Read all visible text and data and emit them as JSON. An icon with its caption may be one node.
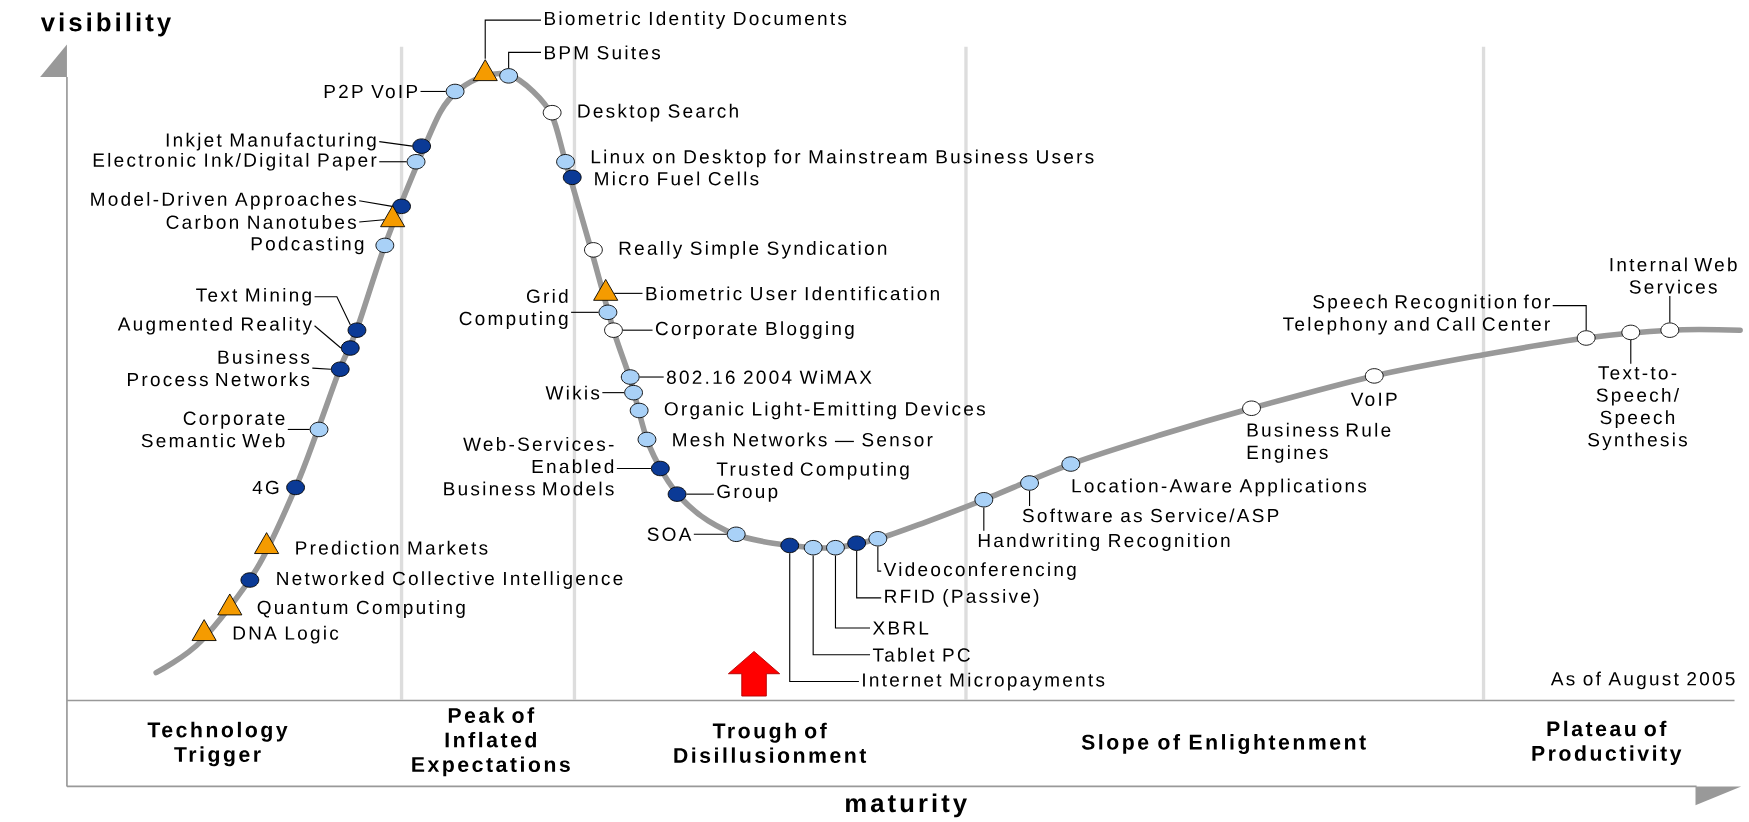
{
  "diagram": {
    "nodes": [
      {
        "text": [
          "Biometric Identity Documents"
        ]
      },
      {
        "text": [],
        "shape": "triangle"
      },
      {
        "text": [
          "BPM Suites"
        ]
      },
      {
        "text": [],
        "shape": "circle"
      },
      {
        "text": [
          "P2P VoIP"
        ]
      },
      {
        "text": [],
        "shape": "circle"
      },
      {
        "text": [],
        "shape": "circle",
        "beside": [
          "Desktop Search"
        ]
      },
      {
        "text": [
          "Inkjet Manufacturing"
        ]
      },
      {
        "text": [],
        "shape": "circle"
      },
      {
        "text": [
          "Electronic Ink/Digital Paper"
        ]
      },
      {
        "text": [],
        "shape": "circle"
      },
      {
        "text": [],
        "shape": "circle",
        "beside": [
          "Linux on Desktop for Mainstream Business Users"
        ]
      },
      {
        "text": [],
        "shape": "circle",
        "beside": [
          "Micro Fuel Cells"
        ]
      },
      {
        "text": [
          "Model-Driven Approaches"
        ]
      },
      {
        "text": [],
        "shape": "circle"
      },
      {
        "text": [
          "Carbon Nanotubes"
        ]
      },
      {
        "text": [],
        "shape": "triangle"
      },
      {
        "text": [],
        "shape": "circle",
        "beside": [
          "Podcasting"
        ]
      },
      {
        "text": [],
        "shape": "circle",
        "beside": [
          "Really Simple Syndication"
        ]
      },
      {
        "text": [
          "Text Mining"
        ]
      },
      {
        "text": [],
        "shape": "circle"
      },
      {
        "text": [
          "Augmented Reality"
        ]
      },
      {
        "text": [],
        "shape": "circle"
      },
      {
        "text": [
          "Business Process Networks"
        ]
      },
      {
        "text": [],
        "shape": "circle"
      },
      {
        "text": [
          "Biometric User Identification"
        ]
      },
      {
        "text": [],
        "shape": "triangle"
      },
      {
        "text": [
          "Grid Computing"
        ]
      },
      {
        "text": [],
        "shape": "circle"
      },
      {
        "text": [
          "Corporate Blogging"
        ]
      },
      {
        "text": [],
        "shape": "circle"
      },
      {
        "text": [
          "Corporate Semantic Web"
        ]
      },
      {
        "text": [],
        "shape": "circle"
      },
      {
        "text": [
          "802.16 2004 WiMAX"
        ]
      },
      {
        "text": [],
        "shape": "circle"
      },
      {
        "text": [
          "Wikis"
        ]
      },
      {
        "text": [],
        "shape": "circle"
      },
      {
        "text": [],
        "shape": "circle",
        "beside": [
          "Organic Light-Emitting Devices"
        ]
      },
      {
        "text": [],
        "shape": "circle",
        "beside": [
          "Mesh Networks — Sensor"
        ]
      },
      {
        "text": [
          "Web-Services- Enabled Business Models"
        ]
      },
      {
        "text": [],
        "shape": "circle"
      },
      {
        "text": [
          "Trusted Computing Group"
        ]
      },
      {
        "text": [],
        "shape": "circle"
      },
      {
        "text": [],
        "shape": "circle",
        "beside": [
          "4G"
        ]
      },
      {
        "text": [
          "SOA"
        ]
      },
      {
        "text": [],
        "shape": "circle"
      },
      {
        "text": [
          "Internet Micropayments"
        ]
      },
      {
        "text": [],
        "shape": "circle"
      },
      {
        "text": [
          "Tablet PC"
        ]
      },
      {
        "text": [],
        "shape": "circle"
      },
      {
        "text": [
          "XBRL"
        ]
      },
      {
        "text": [],
        "shape": "circle"
      },
      {
        "text": [
          "RFID (Passive)"
        ]
      },
      {
        "text": [],
        "shape": "circle"
      },
      {
        "text": [
          "Videoconferencing"
        ]
      },
      {
        "text": [],
        "shape": "circle"
      },
      {
        "text": [
          "Handwriting Recognition"
        ]
      },
      {
        "text": [],
        "shape": "circle"
      },
      {
        "text": [
          "Software as Service/ASP"
        ]
      },
      {
        "text": [],
        "shape": "circle"
      },
      {
        "text": [],
        "shape": "circle",
        "beside": [
          "Location-Aware Applications"
        ]
      },
      {
        "text": [],
        "shape": "triangle",
        "beside": [
          "Prediction Markets"
        ]
      },
      {
        "text": [],
        "shape": "circle",
        "beside": [
          "Networked Collective Intelligence"
        ]
      },
      {
        "text": [],
        "shape": "triangle",
        "beside": [
          "Quantum Computing"
        ]
      },
      {
        "text": [],
        "shape": "triangle",
        "beside": [
          "DNA Logic"
        ]
      },
      {
        "text": [],
        "shape": "circle",
        "beside": [
          "Business Rule Engines"
        ]
      },
      {
        "text": [],
        "shape": "circle",
        "beside": [
          "VoIP"
        ]
      },
      {
        "text": [
          "Speech Recognition for Telephony and Call Center"
        ]
      },
      {
        "text": [],
        "shape": "circle"
      },
      {
        "text": [
          "Text-to- Speech/ Speech Synthesis"
        ]
      },
      {
        "text": [],
        "shape": "circle"
      },
      {
        "text": [
          "Internal Web Services"
        ]
      },
      {
        "text": [],
        "shape": "circle"
      }
    ],
    "edges": [
      {
        "from": 0,
        "to": 1,
        "arrow": "none"
      },
      {
        "from": 2,
        "to": 3,
        "arrow": "none"
      },
      {
        "from": 4,
        "to": 5,
        "arrow": "none"
      },
      {
        "from": 7,
        "to": 8,
        "arrow": "none"
      },
      {
        "from": 9,
        "to": 10,
        "arrow": "none"
      },
      {
        "from": 13,
        "to": 14,
        "arrow": "none"
      },
      {
        "from": 15,
        "to": 16,
        "arrow": "none"
      },
      {
        "from": 19,
        "to": 20,
        "arrow": "none"
      },
      {
        "from": 21,
        "to": 22,
        "arrow": "none"
      },
      {
        "from": 23,
        "to": 24,
        "arrow": "none"
      },
      {
        "from": 25,
        "to": 26,
        "arrow": "none"
      },
      {
        "from": 27,
        "to": 28,
        "arrow": "none"
      },
      {
        "from": 29,
        "to": 30,
        "arrow": "none"
      },
      {
        "from": 31,
        "to": 32,
        "arrow": "none"
      },
      {
        "from": 33,
        "to": 34,
        "arrow": "none"
      },
      {
        "from": 35,
        "to": 36,
        "arrow": "none"
      },
      {
        "from": 39,
        "to": 40,
        "arrow": "none"
      },
      {
        "from": 41,
        "to": 42,
        "arrow": "none"
      },
      {
        "from": 44,
        "to": 45,
        "arrow": "none"
      },
      {
        "from": 46,
        "to": 47,
        "arrow": "none"
      },
      {
        "from": 48,
        "to": 49,
        "arrow": "none"
      },
      {
        "from": 50,
        "to": 51,
        "arrow": "none"
      },
      {
        "from": 52,
        "to": 53,
        "arrow": "none"
      },
      {
        "from": 54,
        "to": 55,
        "arrow": "none"
      },
      {
        "from": 56,
        "to": 57,
        "arrow": "none"
      },
      {
        "from": 58,
        "to": 59,
        "arrow": "none"
      },
      {
        "from": 67,
        "to": 68,
        "arrow": "none"
      },
      {
        "from": 69,
        "to": 70,
        "arrow": "none"
      },
      {
        "from": 71,
        "to": 72,
        "arrow": "none"
      }
    ],
    "labels": [
      "visibility",
      "As of August 2005",
      "Technology Trigger",
      "Peak of Inflated Expectations",
      "Trough of Disillusionment",
      "Slope of Enlightenment",
      "Plateau of Productivity",
      "maturity"
    ]
  }
}
